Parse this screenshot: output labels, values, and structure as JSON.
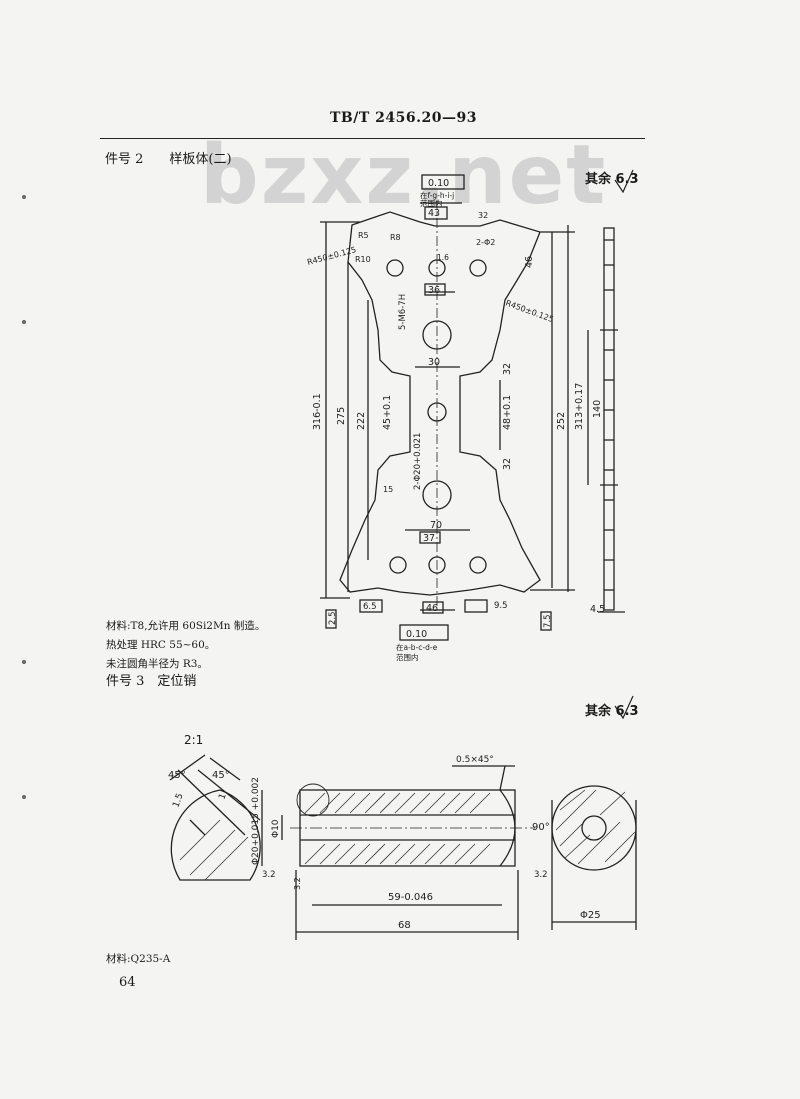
{
  "header": {
    "standard_code": "TB/T 2456.20—93"
  },
  "watermark": {
    "text": "bzxz.net"
  },
  "part2": {
    "title": "件号 2　　样板体(二)",
    "roughness_note": "其余 6.3",
    "notes": [
      "材料:T8,允许用 60Si2Mn 制造。",
      "热处理 HRC 55~60。",
      "未注圆角半径为 R3。"
    ],
    "dims": {
      "flatness_top": "0.10",
      "flatness_bottom": "0.10",
      "ref_top": "在f-g-h-i-j",
      "range_top": "范围内",
      "ref_bottom": "在a-b-c-d-e",
      "range_bottom": "范围内",
      "w43": "43",
      "w36": "36",
      "w30": "30",
      "w70": "70",
      "w37": "37",
      "w46": "46",
      "h316": "316-0.1",
      "h275": "275",
      "h222": "222",
      "h252": "252",
      "h313": "313+0.17",
      "h140": "140",
      "h45": "45+0.1",
      "h48": "48+0.1",
      "h32a": "32",
      "h32b": "32",
      "h46": "46",
      "holes_top": "5-M6-7H",
      "holes_mid": "2-Φ20+0.021",
      "r450a": "R450±0.125",
      "r450b": "R450±0.125",
      "r5": "R5",
      "r10": "R10",
      "r8": "R8",
      "r15": "15",
      "t45": "4.5",
      "t25": "2.5",
      "t65": "6.5",
      "t95": "9.5",
      "t75": "7.5",
      "s32": "32",
      "s16": "1.6",
      "p8": "2-Φ2"
    }
  },
  "part3": {
    "title": "件号 3　定位销",
    "roughness_note": "其余 6.3",
    "scale": "2:1",
    "dims": {
      "a45l": "45°",
      "a45r": "45°",
      "d15": "1.5",
      "d1": "1",
      "chamfer": "0.5×45°",
      "d20": "Φ20+0.015 +0.002",
      "d10": "Φ10",
      "l59": "59-0.046",
      "l68": "68",
      "a90": "90°",
      "d25": "Φ25",
      "r32a": "3.2",
      "r32b": "3.2",
      "r32c": "3.2"
    },
    "material": "材料:Q235-A"
  },
  "page_number": "64"
}
